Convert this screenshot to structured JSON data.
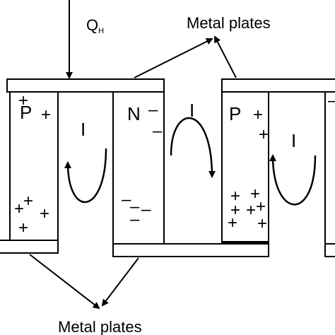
{
  "heat_label": {
    "main": "Q",
    "sub": "H"
  },
  "metal_plates_top": "Metal plates",
  "metal_plates_bottom": "Metal plates",
  "legs": [
    {
      "type": "P",
      "label": "P"
    },
    {
      "type": "N",
      "label": "N"
    },
    {
      "type": "P",
      "label": "P"
    }
  ],
  "current_label": "I",
  "signs": {
    "plus": "+",
    "minus": "–"
  },
  "colors": {
    "line": "#000000",
    "background": "#ffffff"
  }
}
